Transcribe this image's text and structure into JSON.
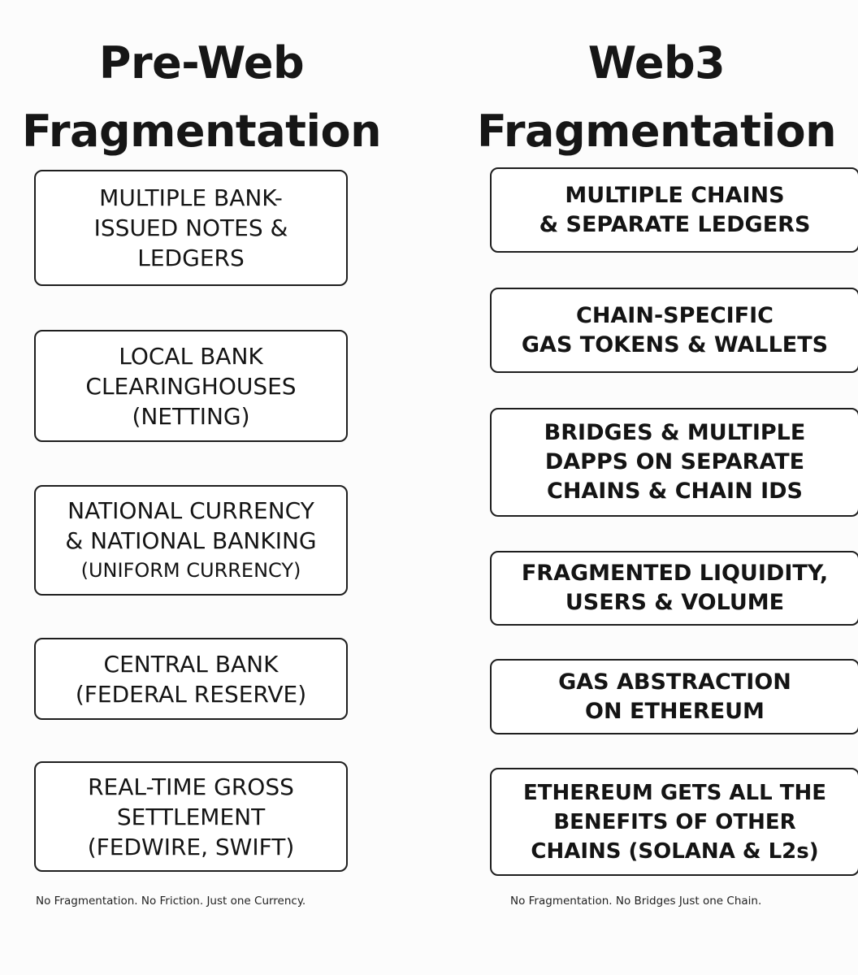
{
  "left": {
    "heading": [
      "Pre-Web",
      "Fragmentation"
    ],
    "boxes": [
      [
        "MULTIPLE BANK-",
        "ISSUED NOTES &",
        "LEDGERS"
      ],
      [
        "LOCAL BANK",
        "CLEARINGHOUSES",
        "(NETTING)"
      ],
      [
        "NATIONAL CURRENCY",
        "& NATIONAL BANKING",
        "(UNIFORM CURRENCY)"
      ],
      [
        "CENTRAL BANK",
        "(FEDERAL RESERVE)"
      ],
      [
        "REAL-TIME GROSS",
        "SETTLEMENT",
        "(FEDWIRE, SWIFT)"
      ]
    ],
    "footnote": "No Fragmentation. No Friction. Just one Currency."
  },
  "right": {
    "heading": [
      "Web3",
      "Fragmentation"
    ],
    "boxes": [
      [
        "MULTIPLE CHAINS",
        "& SEPARATE LEDGERS"
      ],
      [
        "CHAIN-SPECIFIC",
        "GAS TOKENS & WALLETS"
      ],
      [
        "BRIDGES & MULTIPLE",
        "DAPPS ON SEPARATE",
        "CHAINS & CHAIN IDS"
      ],
      [
        "FRAGMENTED LIQUIDITY,",
        "USERS & VOLUME"
      ],
      [
        "GAS ABSTRACTION",
        "ON ETHEREUM"
      ],
      [
        "ETHEREUM GETS ALL THE",
        "BENEFITS OF OTHER",
        "CHAINS (SOLANA & L2s)"
      ]
    ],
    "footnote": "No Fragmentation. No Bridges Just one Chain."
  }
}
